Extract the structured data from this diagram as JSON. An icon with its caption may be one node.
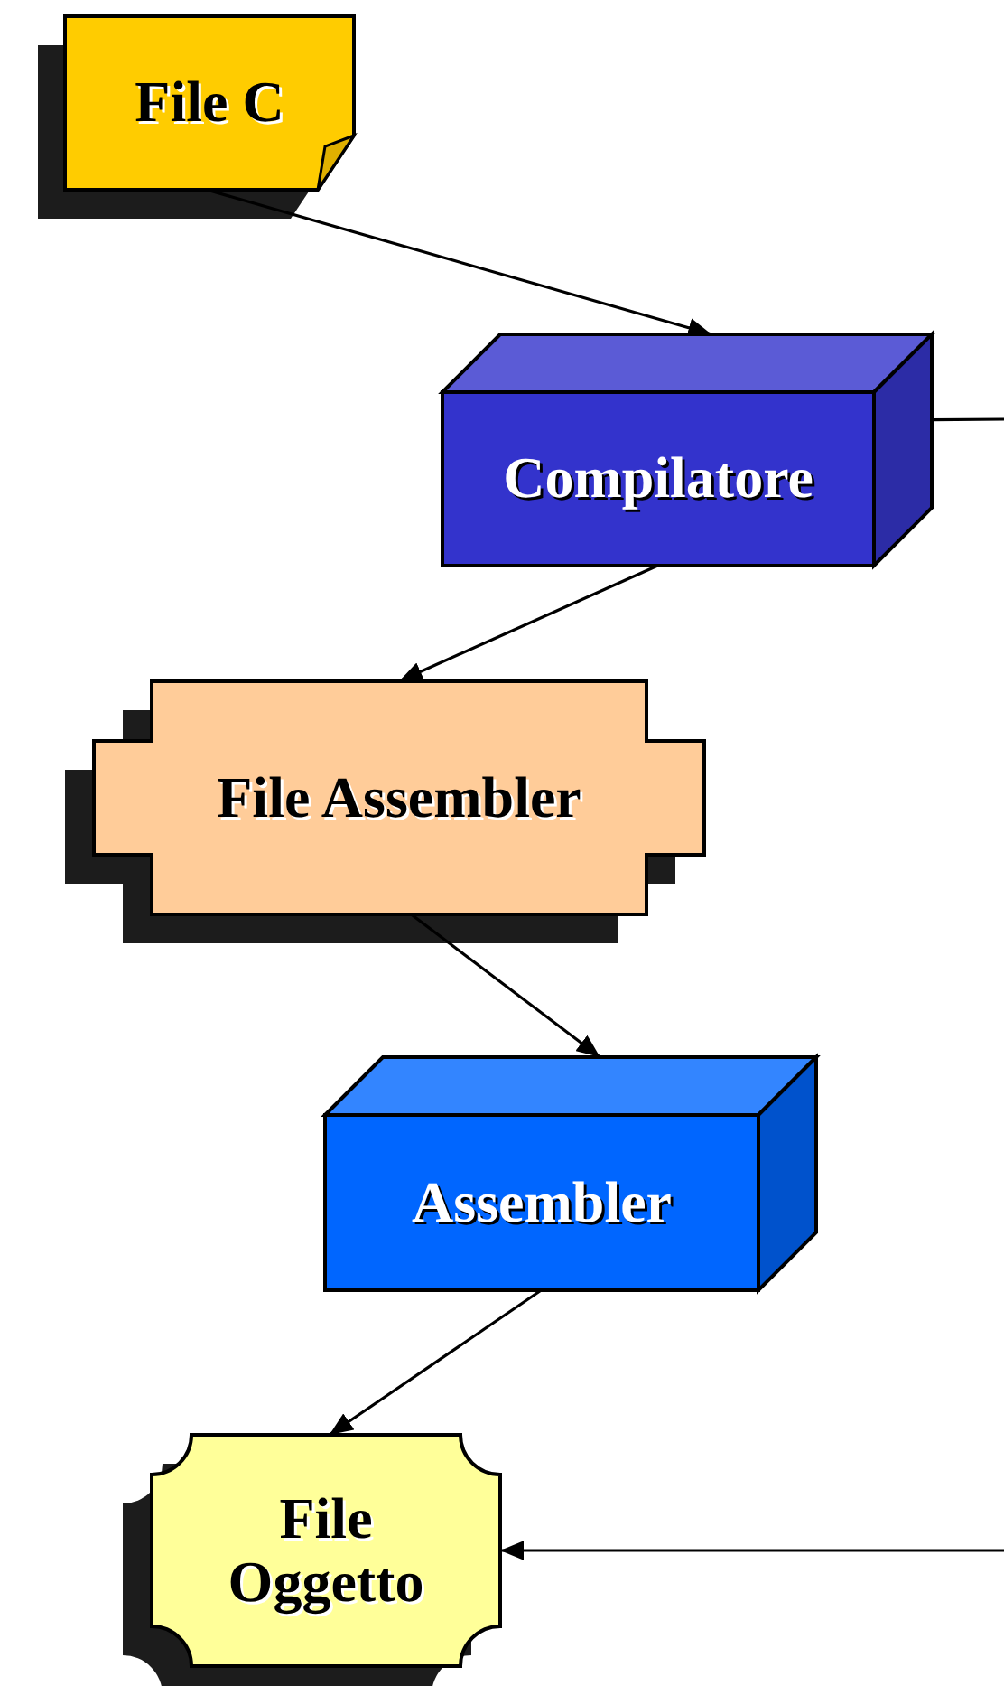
{
  "diagram": {
    "nodes": [
      {
        "text": [
          "File C"
        ]
      },
      {
        "text": [
          "Compilatore"
        ]
      },
      {
        "text": [
          "File Assembler"
        ]
      },
      {
        "text": [
          "Assembler"
        ]
      },
      {
        "text": [
          "File Oggetto"
        ]
      }
    ],
    "edges": [
      {
        "from": 0,
        "to": 1,
        "arrow": "to"
      },
      {
        "from": 1,
        "to": 2,
        "arrow": "to"
      },
      {
        "from": 2,
        "to": 3,
        "arrow": "to"
      },
      {
        "from": 3,
        "to": 4,
        "arrow": "to"
      },
      {
        "from": 1,
        "to": null,
        "arrow": "none"
      },
      {
        "from": null,
        "to": 4,
        "arrow": "to"
      }
    ]
  }
}
